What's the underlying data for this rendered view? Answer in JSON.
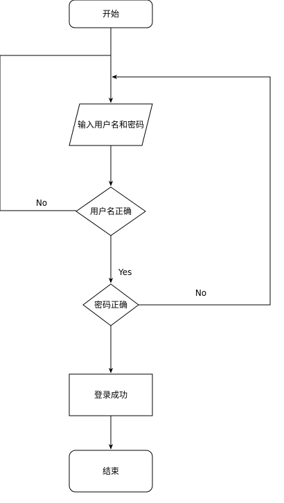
{
  "diagram": {
    "type": "flowchart",
    "nodes": {
      "start": {
        "shape": "rounded-rectangle",
        "label": "开始"
      },
      "input": {
        "shape": "parallelogram",
        "label": "输入用户名和密码"
      },
      "check_username": {
        "shape": "diamond",
        "label": "用户名正确"
      },
      "check_password": {
        "shape": "diamond",
        "label": "密码正确"
      },
      "success": {
        "shape": "rectangle",
        "label": "登录成功"
      },
      "end": {
        "shape": "rounded-rectangle",
        "label": "结束"
      }
    },
    "edges": {
      "start_to_input": {
        "from": "start",
        "to": "input",
        "label": ""
      },
      "input_to_username": {
        "from": "input",
        "to": "check_username",
        "label": ""
      },
      "username_no": {
        "from": "check_username",
        "to": "input",
        "label": "No"
      },
      "username_yes": {
        "from": "check_username",
        "to": "check_password",
        "label": "Yes"
      },
      "password_no": {
        "from": "check_password",
        "to": "input",
        "label": "No"
      },
      "password_to_success": {
        "from": "check_password",
        "to": "success",
        "label": ""
      },
      "success_to_end": {
        "from": "success",
        "to": "end",
        "label": ""
      }
    },
    "colors": {
      "stroke": "#000000",
      "fill": "#ffffff",
      "text": "#000000"
    }
  }
}
